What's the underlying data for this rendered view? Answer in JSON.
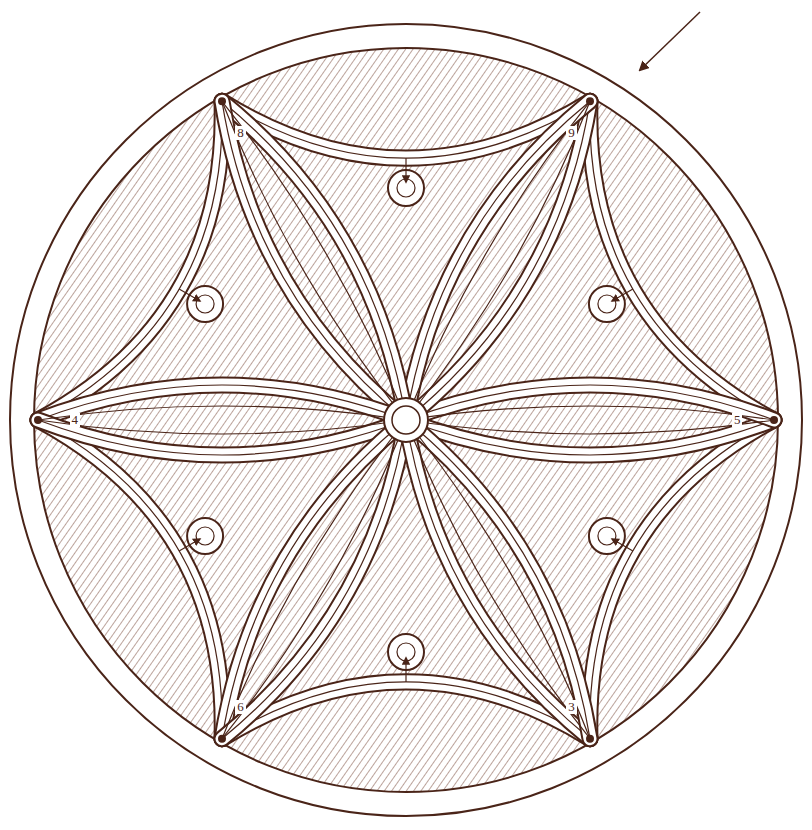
{
  "diagram": {
    "labels": [
      "8",
      "9",
      "4",
      "5",
      "6",
      "3"
    ]
  }
}
